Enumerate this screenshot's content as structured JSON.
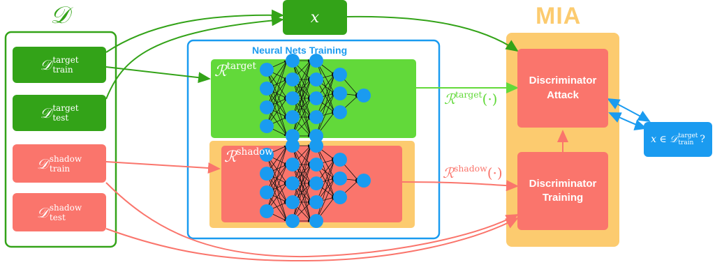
{
  "dataset": {
    "symbol": "𝒟",
    "target_train": {
      "letter": "𝒟",
      "sup": "target",
      "sub": "train"
    },
    "target_test": {
      "letter": "𝒟",
      "sup": "target",
      "sub": "test"
    },
    "shadow_train": {
      "letter": "𝒟",
      "sup": "shadow",
      "sub": "train"
    },
    "shadow_test": {
      "letter": "𝒟",
      "sup": "shadow",
      "sub": "test"
    }
  },
  "input_x": "x",
  "training": {
    "title": "Neural Nets Training",
    "target_model": {
      "letter": "ℛ",
      "sup": "target"
    },
    "shadow_model": {
      "letter": "ℛ",
      "sup": "shadow"
    }
  },
  "edges": {
    "target_output": {
      "letter": "ℛ",
      "sup": "target",
      "arg": "(·)"
    },
    "shadow_output": {
      "letter": "ℛ",
      "sup": "shadow",
      "arg": "(·)"
    }
  },
  "mia": {
    "title": "MIA",
    "attack_label_1": "Discriminator",
    "attack_label_2": "Attack",
    "training_label_1": "Discriminator",
    "training_label_2": "Training"
  },
  "query": {
    "prefix": "x ∈ 𝒟",
    "sup": "target",
    "sub": "train",
    "suffix": "?"
  },
  "colors": {
    "green": "#33a318",
    "light_green": "#62d93a",
    "salmon": "#fa756c",
    "orange": "#fccb6f",
    "blue": "#1a9bf0",
    "node": "#1a9bf0"
  }
}
